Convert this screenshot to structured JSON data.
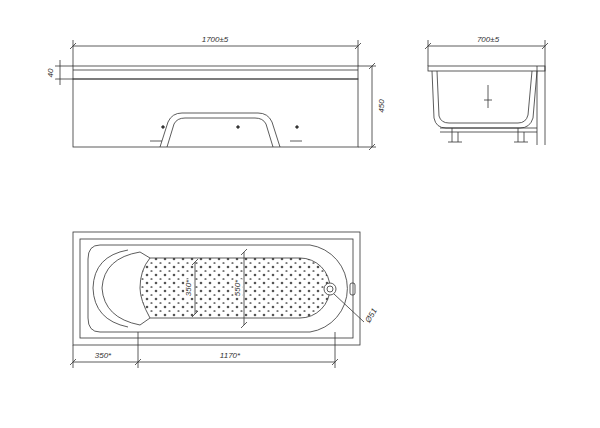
{
  "diagram": {
    "labels": [
      "1700±5",
      "40",
      "450",
      "700±5",
      "350*",
      "550*",
      "Ø51",
      "350*",
      "1170*"
    ]
  }
}
